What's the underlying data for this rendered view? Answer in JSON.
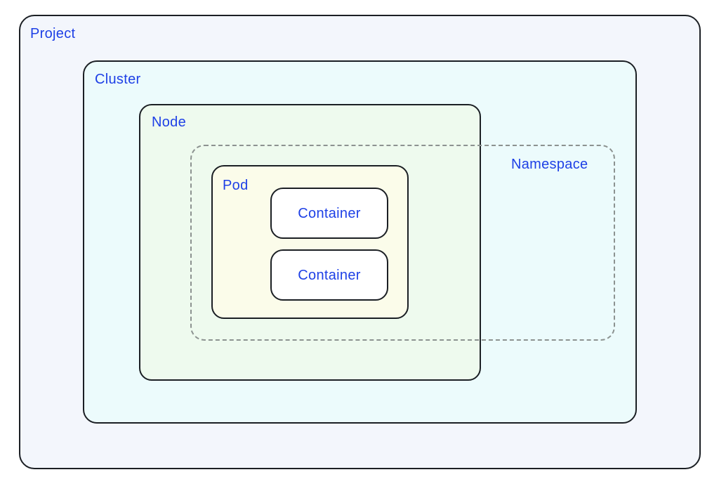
{
  "diagram": {
    "project": {
      "label": "Project"
    },
    "cluster": {
      "label": "Cluster"
    },
    "node": {
      "label": "Node"
    },
    "namespace": {
      "label": "Namespace"
    },
    "pod": {
      "label": "Pod"
    },
    "containers": [
      {
        "label": "Container"
      },
      {
        "label": "Container"
      }
    ]
  },
  "colors": {
    "label_text": "#1e40e6",
    "border": "#1b1f24",
    "namespace_border": "#8c9290",
    "project_fill": "#f3f6fc",
    "cluster_fill": "#ecfbfc",
    "node_fill": "#eefaee",
    "pod_fill": "#fbfcea",
    "container_fill": "#ffffff"
  }
}
